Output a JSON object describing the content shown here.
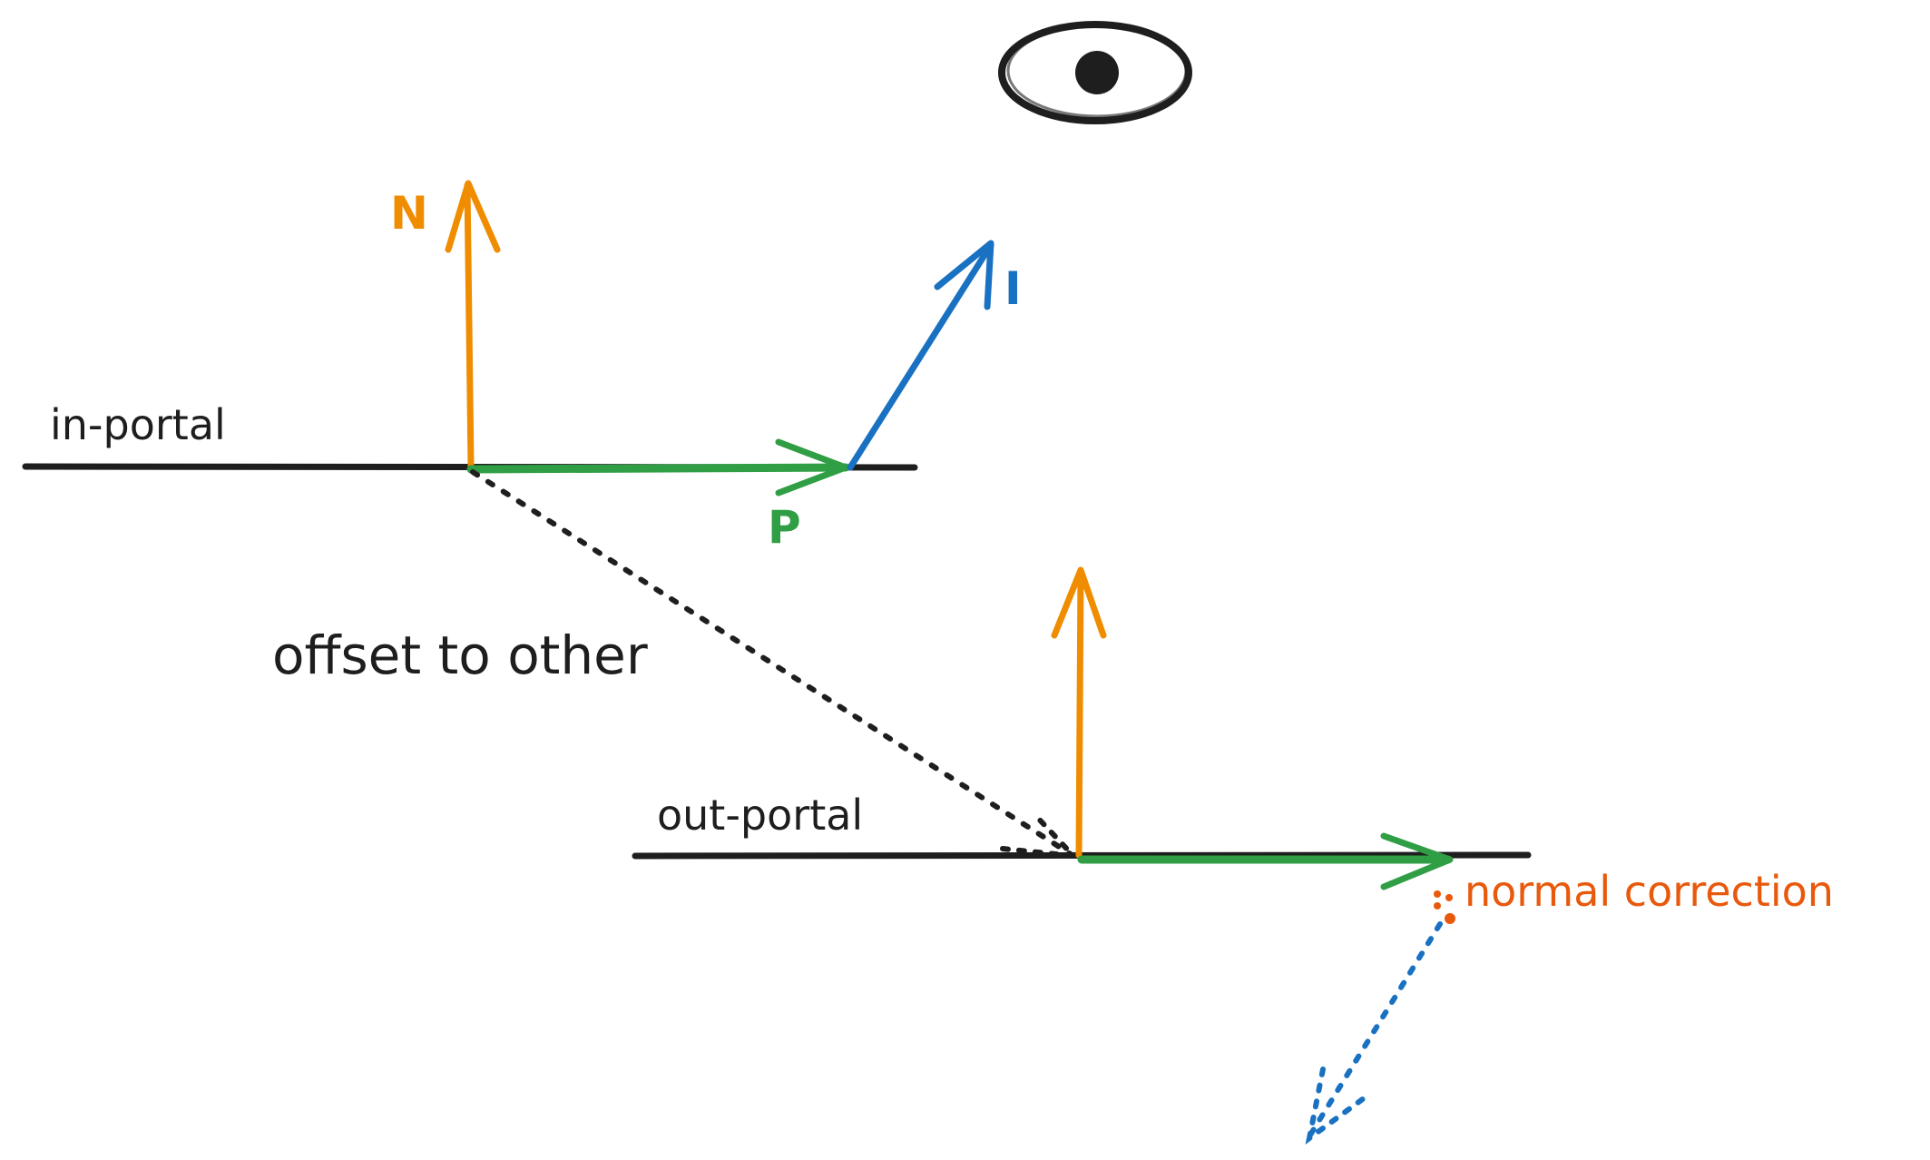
{
  "labels": {
    "in_portal": "in-portal",
    "out_portal": "out-portal",
    "normal_n": "N",
    "incident_i": "I",
    "portal_p": "P",
    "offset": "offset to other",
    "normal_correction": "normal correction"
  },
  "icons": {
    "eye": "eye-icon"
  },
  "colors": {
    "ink": "#1e1e1e",
    "normal": "#f08c00",
    "incident": "#1971c2",
    "portal_vector": "#2f9e44",
    "correction": "#e8590c"
  }
}
